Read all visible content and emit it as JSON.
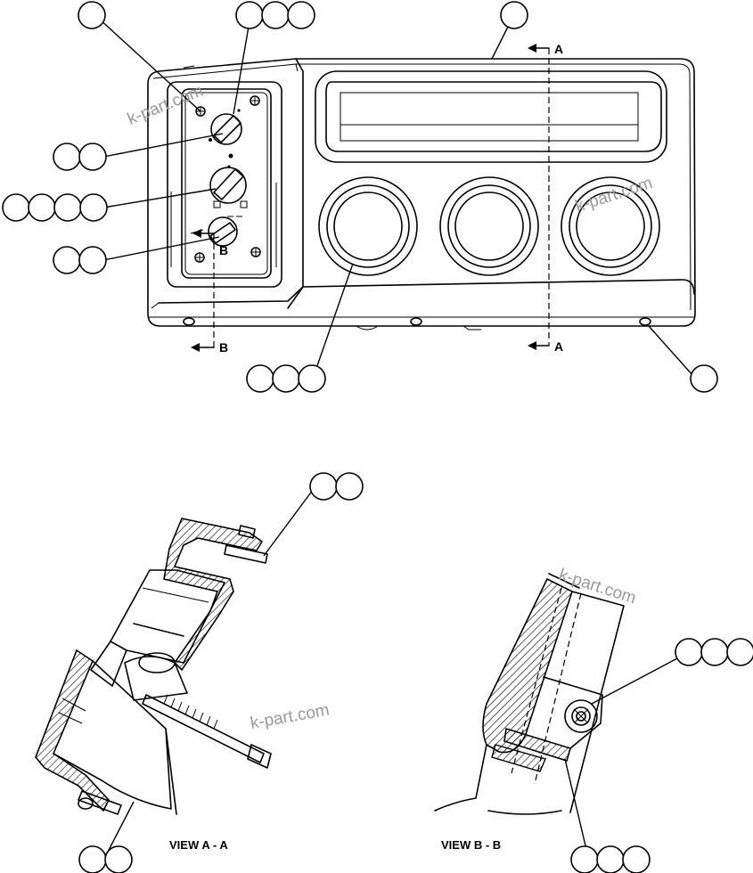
{
  "section_labels": {
    "a_top": "A",
    "a_bottom": "A",
    "b_bottom": "B",
    "b_knob": "B"
  },
  "view_titles": {
    "view_a": "VIEW A - A",
    "view_b": "VIEW B - B"
  },
  "watermarks": [
    "k-part.com",
    "k-part.com",
    "k-part.com",
    "k-part.com"
  ],
  "callout_groups": [
    {
      "id": "g1",
      "count": 1
    },
    {
      "id": "g2",
      "count": 3
    },
    {
      "id": "g3",
      "count": 1
    },
    {
      "id": "g4",
      "count": 2
    },
    {
      "id": "g5",
      "count": 4
    },
    {
      "id": "g6",
      "count": 2
    },
    {
      "id": "g7",
      "count": 3
    },
    {
      "id": "g8",
      "count": 1
    },
    {
      "id": "g9",
      "count": 2
    },
    {
      "id": "g10",
      "count": 3
    },
    {
      "id": "g11",
      "count": 2
    },
    {
      "id": "g12",
      "count": 3
    }
  ]
}
